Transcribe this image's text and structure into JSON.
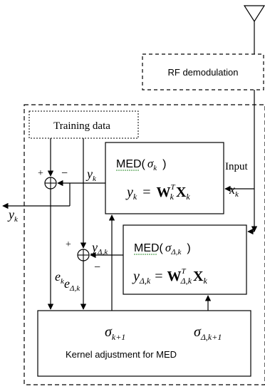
{
  "rf_block": {
    "label": "RF demodulation"
  },
  "training_block": {
    "label": "Training data"
  },
  "med_top": {
    "title": "MED(",
    "sigma": "σ",
    "sigma_sub": "k",
    "close": ")",
    "eq_lhs": "y",
    "eq_lhs_sub": "k",
    "eq_rhs_W": "W",
    "eq_rhs_W_sub": "k",
    "eq_rhs_W_sup": "T",
    "eq_rhs_X": "X",
    "eq_rhs_X_sub": "k"
  },
  "med_bottom": {
    "title": "MED(",
    "sigma": "σ",
    "sigma_sub": "Δ,k",
    "close": ")",
    "eq_lhs": "y",
    "eq_lhs_sub": "Δ,k",
    "eq_rhs_W": "W",
    "eq_rhs_W_sub": "Δ,k",
    "eq_rhs_W_sup": "T",
    "eq_rhs_X": "X",
    "eq_rhs_X_sub": "k"
  },
  "kernel_block": {
    "label": "Kernel adjustment for MED",
    "sigma_left": "σ",
    "sigma_left_sub": "k+1",
    "sigma_right": "σ",
    "sigma_right_sub": "Δ,k+1"
  },
  "signals": {
    "input_label": "Input",
    "x": "x",
    "x_sub": "k",
    "y_top": "y",
    "y_top_sub": "k",
    "y_out": "y",
    "y_out_sub": "k",
    "y_delta": "y",
    "y_delta_sub": "Δ,k",
    "e_k": "e",
    "e_k_sub": "k",
    "e_delta": "e",
    "e_delta_sub": "Δ,k",
    "plus": "+",
    "minus": "−"
  }
}
